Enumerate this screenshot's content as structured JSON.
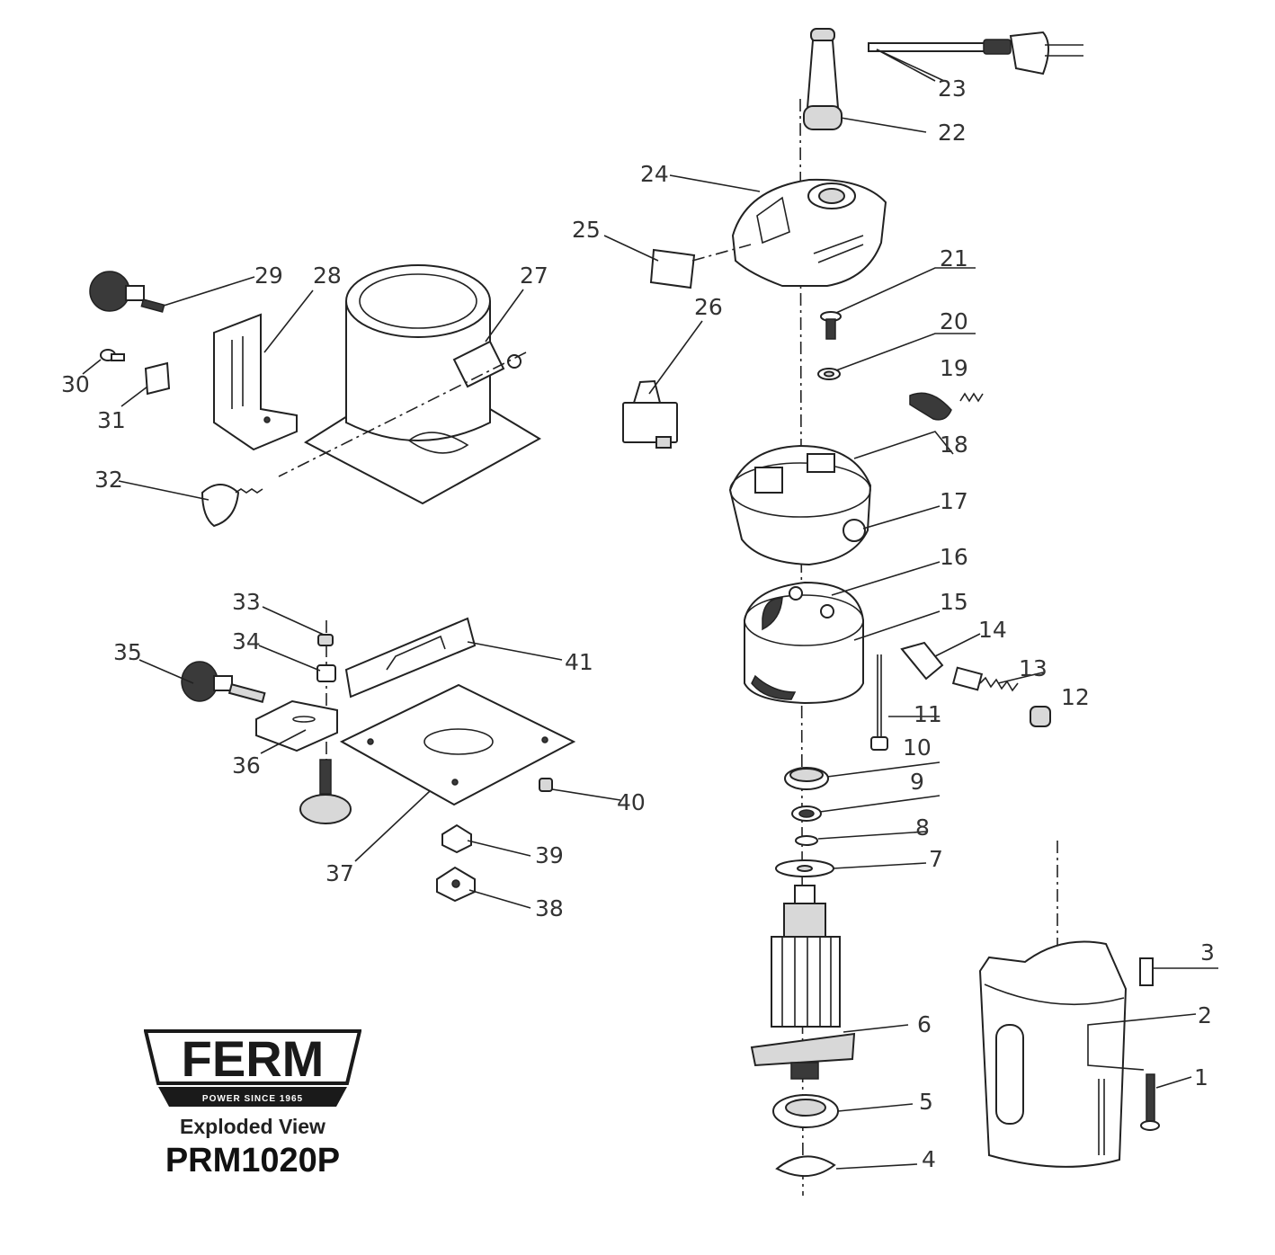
{
  "brand": {
    "name": "FERM",
    "tagline": "POWER SINCE 1965",
    "subtitle": "Exploded View",
    "model": "PRM1020P"
  },
  "parts": [
    {
      "number": "1"
    },
    {
      "number": "2"
    },
    {
      "number": "3"
    },
    {
      "number": "4"
    },
    {
      "number": "5"
    },
    {
      "number": "6"
    },
    {
      "number": "7"
    },
    {
      "number": "8"
    },
    {
      "number": "9"
    },
    {
      "number": "10"
    },
    {
      "number": "11"
    },
    {
      "number": "12"
    },
    {
      "number": "13"
    },
    {
      "number": "14"
    },
    {
      "number": "15"
    },
    {
      "number": "16"
    },
    {
      "number": "17"
    },
    {
      "number": "18"
    },
    {
      "number": "19"
    },
    {
      "number": "20"
    },
    {
      "number": "21"
    },
    {
      "number": "22"
    },
    {
      "number": "23"
    },
    {
      "number": "24"
    },
    {
      "number": "25"
    },
    {
      "number": "26"
    },
    {
      "number": "27"
    },
    {
      "number": "28"
    },
    {
      "number": "29"
    },
    {
      "number": "30"
    },
    {
      "number": "31"
    },
    {
      "number": "32"
    },
    {
      "number": "33"
    },
    {
      "number": "34"
    },
    {
      "number": "35"
    },
    {
      "number": "36"
    },
    {
      "number": "37"
    },
    {
      "number": "38"
    },
    {
      "number": "39"
    },
    {
      "number": "40"
    },
    {
      "number": "41"
    }
  ]
}
